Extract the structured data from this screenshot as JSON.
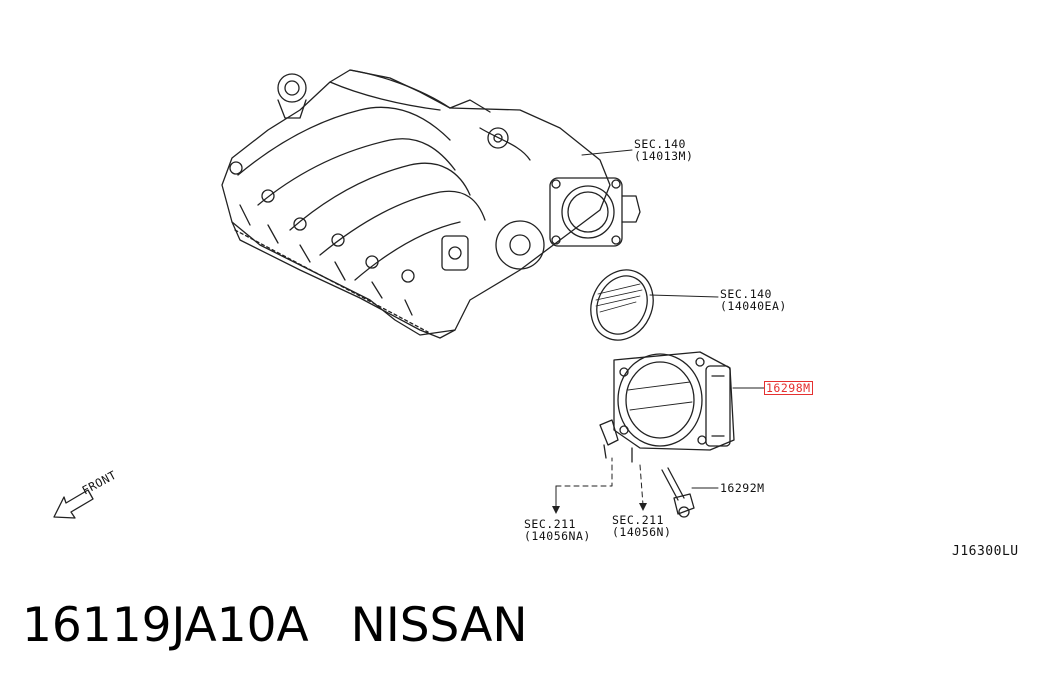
{
  "callouts": {
    "sec140_manifold": {
      "line1": "SEC.140",
      "line2": "(14013M)"
    },
    "sec140_gasket": {
      "line1": "SEC.140",
      "line2": "(14040EA)"
    },
    "part_16298m": "16298M",
    "part_16292m": "16292M",
    "sec211_na": {
      "line1": "SEC.211",
      "line2": "(14056NA)"
    },
    "sec211_n": {
      "line1": "SEC.211",
      "line2": "(14056N)"
    }
  },
  "front_label": "FRONT",
  "diagram_code": "J16300LU",
  "part_number": "16119JA10A",
  "brand": "NISSAN",
  "colors": {
    "highlight": "#e53030",
    "ink": "#111111",
    "background": "#ffffff"
  }
}
